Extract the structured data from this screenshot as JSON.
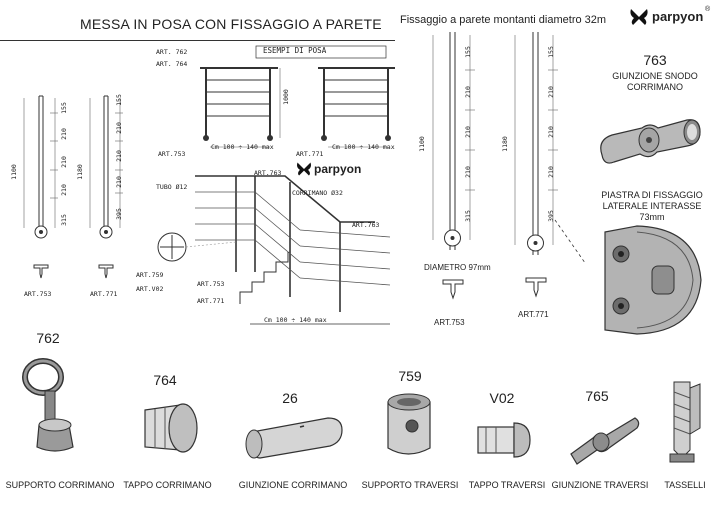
{
  "header": {
    "title": "MESSA IN POSA CON FISSAGGIO A PARETE",
    "subtitle": "Fissaggio a parete montanti diametro 32m",
    "brand": "parpyon",
    "brand_mark": "®"
  },
  "left_posts": {
    "post_a": {
      "height": "1100",
      "segments": [
        "155",
        "210",
        "210",
        "210",
        "315"
      ],
      "article": "ART.753"
    },
    "post_b": {
      "height": "1180",
      "segments": [
        "155",
        "210",
        "210",
        "210",
        "395"
      ],
      "article": "ART.771"
    }
  },
  "examples": {
    "label": "ESEMPI DI POSA",
    "art_762": "ART. 762",
    "art_764": "ART. 764",
    "art_753": "ART.753",
    "art_771": "ART.771",
    "spacing_a": "Cm 100 ÷ 140 max",
    "spacing_b": "Cm 100 ÷ 140 max",
    "height_1000": "1000",
    "stair_spacing": "Cm 100 ÷ 140 max",
    "tubo": "TUBO Ø12",
    "corrimano": "CORRIMANO Ø32",
    "art_763": "ART.763",
    "art_759": "ART.759",
    "art_v02": "ART.V02",
    "art_771_b": "ART.771",
    "art_753_b": "ART.753"
  },
  "right_posts": {
    "post_a": {
      "height": "1100",
      "segments": [
        "155",
        "210",
        "210",
        "210",
        "315"
      ],
      "diameter": "DIAMETRO 97mm",
      "article": "ART.753"
    },
    "post_b": {
      "height": "1180",
      "segments": [
        "155",
        "210",
        "210",
        "210",
        "395"
      ],
      "article": "ART.771"
    }
  },
  "side_parts": [
    {
      "num": "763",
      "label": "GIUNZIONE SNODO CORRIMANO"
    },
    {
      "num": "",
      "label": "PIASTRA DI FISSAGGIO LATERALE INTERASSE 73mm"
    }
  ],
  "parts": [
    {
      "num": "762",
      "label": "SUPPORTO CORRIMANO",
      "icon": "handrail-support-icon"
    },
    {
      "num": "764",
      "label": "TAPPO CORRIMANO",
      "icon": "handrail-cap-icon"
    },
    {
      "num": "26",
      "label": "GIUNZIONE CORRIMANO",
      "icon": "handrail-joint-icon"
    },
    {
      "num": "759",
      "label": "SUPPORTO TRAVERSI",
      "icon": "crossbar-support-icon"
    },
    {
      "num": "V02",
      "label": "TAPPO TRAVERSI",
      "icon": "crossbar-cap-icon"
    },
    {
      "num": "765",
      "label": "GIUNZIONE TRAVERSI",
      "icon": "crossbar-joint-icon"
    },
    {
      "num": "",
      "label": "TASSELLI",
      "icon": "anchor-bolt-icon"
    }
  ],
  "colors": {
    "line": "#333333",
    "metal": "#9a9a9a",
    "ink": "#222222"
  }
}
